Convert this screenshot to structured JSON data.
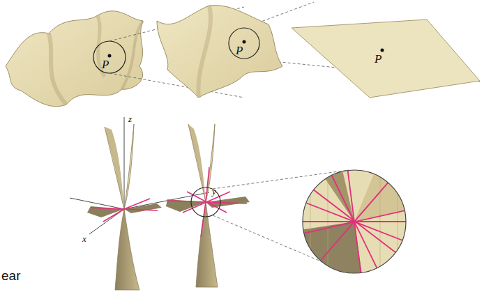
{
  "diagram": {
    "labels": [
      "P",
      "P",
      "P",
      "z",
      "y",
      "x",
      "ear"
    ]
  }
}
